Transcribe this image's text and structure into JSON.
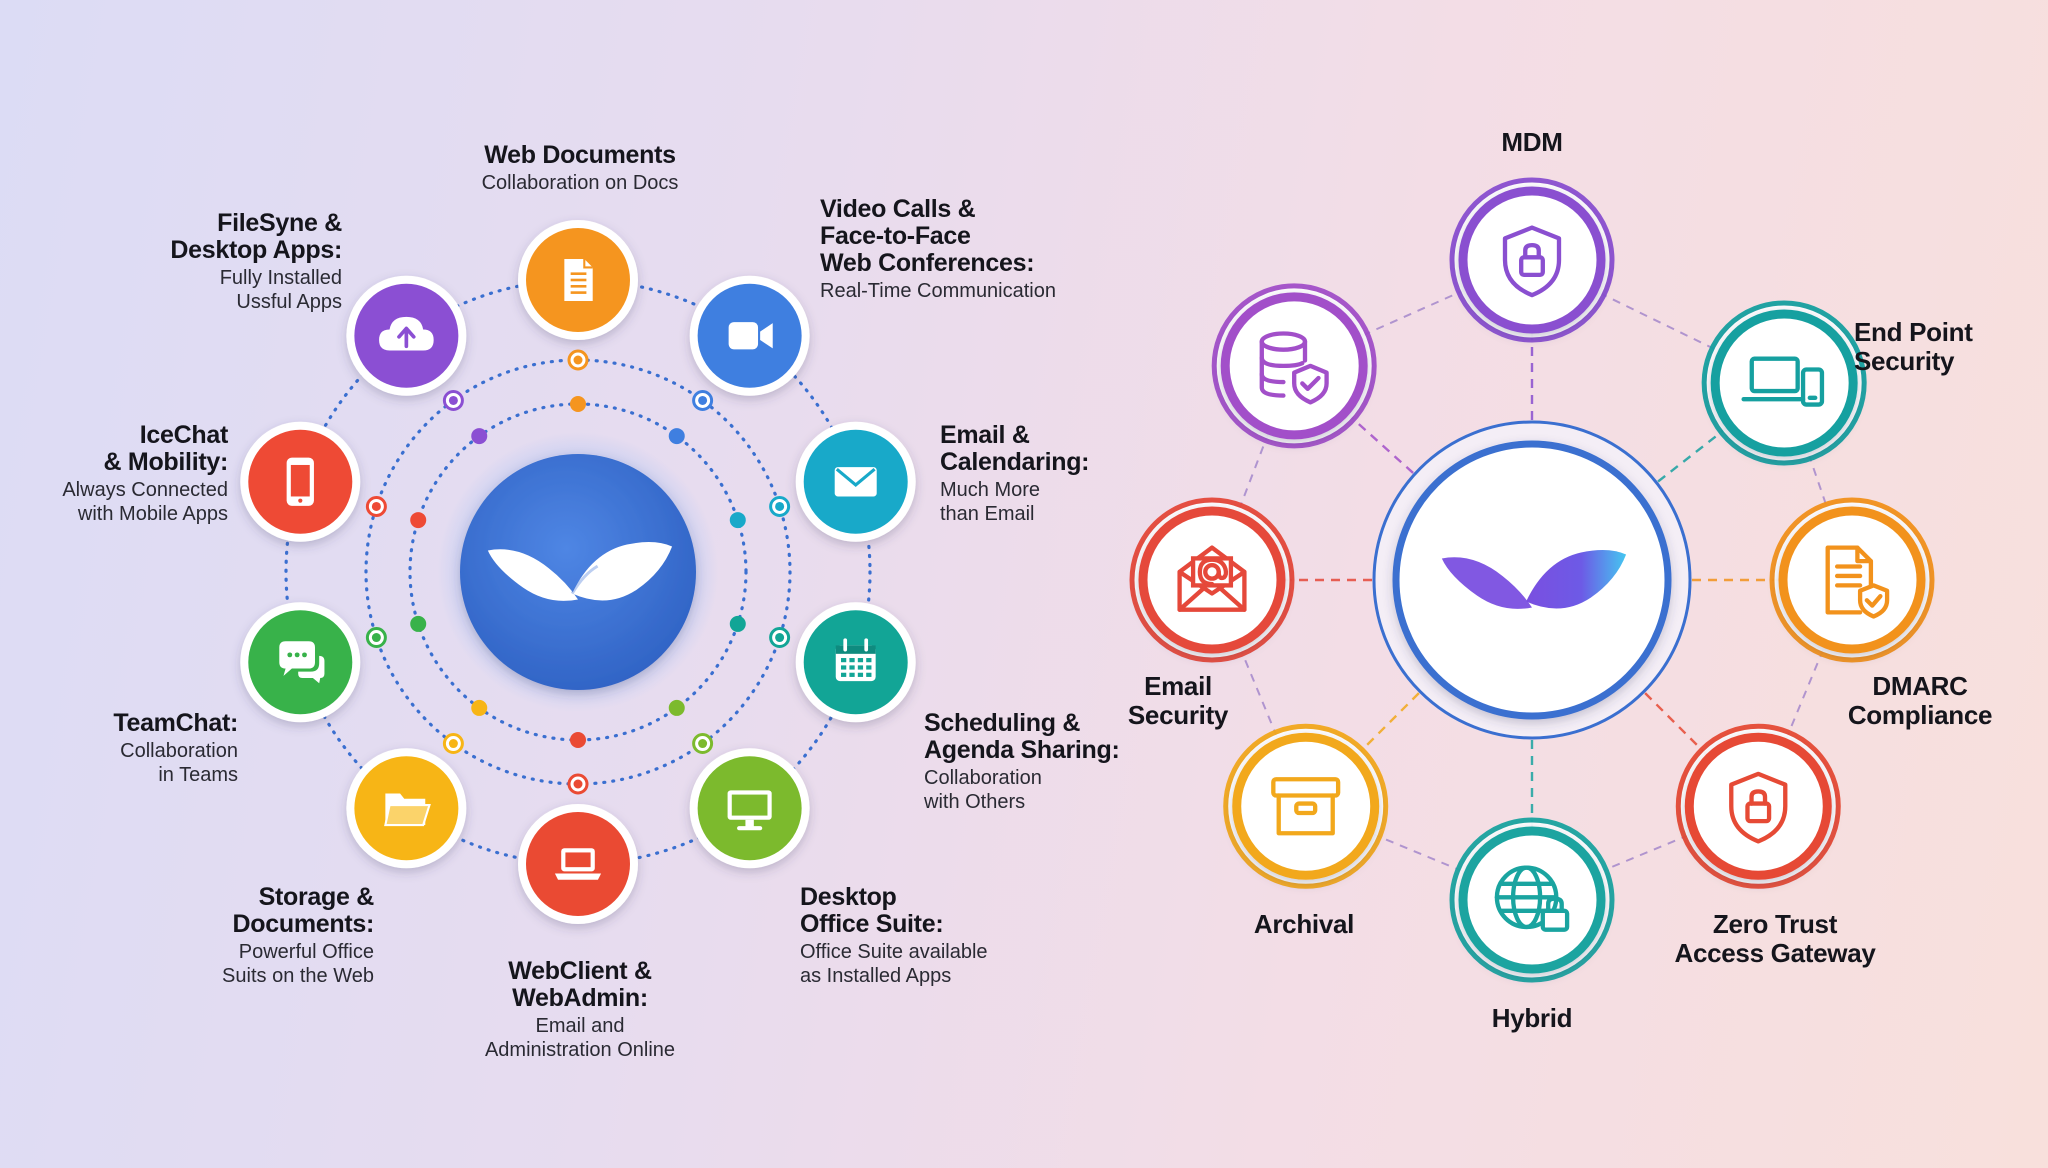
{
  "left_features": [
    {
      "id": "web-documents",
      "title": "Web Documents",
      "desc": "Collaboration on Docs",
      "icon": "document-icon",
      "color": "#f5951f"
    },
    {
      "id": "video-calls",
      "title": "Video Calls &\nFace-to-Face\nWeb Conferences:",
      "desc": "Real-Time Communication",
      "icon": "video-camera-icon",
      "color": "#3f7fe0"
    },
    {
      "id": "email-calendaring",
      "title": "Email &\nCalendaring:",
      "desc": "Much More\nthan Email",
      "icon": "envelope-icon",
      "color": "#18a9c9"
    },
    {
      "id": "scheduling",
      "title": "Scheduling &\nAgenda Sharing:",
      "desc": "Collaboration\nwith Others",
      "icon": "calendar-icon",
      "color": "#12a596"
    },
    {
      "id": "desktop-office-suite",
      "title": "Desktop\nOffice Suite:",
      "desc": "Office Suite available\nas Installed Apps",
      "icon": "monitor-icon",
      "color": "#7cba2d"
    },
    {
      "id": "webclient-webadmin",
      "title": "WebClient &\nWebAdmin:",
      "desc": "Email and\nAdministration Online",
      "icon": "laptop-icon",
      "color": "#ea4a33"
    },
    {
      "id": "storage-documents",
      "title": "Storage &\nDocuments:",
      "desc": "Powerful Office\nSuits on the Web",
      "icon": "folder-icon",
      "color": "#f7b516"
    },
    {
      "id": "teamchat",
      "title": "TeamChat:",
      "desc": "Collaboration\nin Teams",
      "icon": "chat-bubbles-icon",
      "color": "#38b24a"
    },
    {
      "id": "icechat",
      "title": "IceChat\n& Mobility:",
      "desc": "Always Connected\nwith Mobile Apps",
      "icon": "smartphone-icon",
      "color": "#ee4a35"
    },
    {
      "id": "filesync",
      "title": "FileSyne &\nDesktop Apps:",
      "desc": "Fully Installed\nUssful Apps",
      "icon": "cloud-upload-icon",
      "color": "#8b4fd3"
    }
  ],
  "right_features": [
    {
      "id": "mdm",
      "label": "MDM",
      "icon": "shield-lock-icon",
      "color": "#8a4fd0"
    },
    {
      "id": "end-point-security",
      "label": "End Point\nSecurity",
      "icon": "laptop-phone-icon",
      "color": "#16a0a0"
    },
    {
      "id": "dmarc-compliance",
      "label": "DMARC\nCompliance",
      "icon": "document-check-icon",
      "color": "#f2921c"
    },
    {
      "id": "zero-trust",
      "label": "Zero Trust\nAccess Gateway",
      "icon": "shield-lock-icon",
      "color": "#e64a35"
    },
    {
      "id": "hybrid",
      "label": "Hybrid",
      "icon": "globe-lock-icon",
      "color": "#1aa4a0"
    },
    {
      "id": "archival",
      "label": "Archival",
      "icon": "archive-box-icon",
      "color": "#f2a81c"
    },
    {
      "id": "email-security",
      "label": "Email\nSecurity",
      "icon": "envelope-at-icon",
      "color": "#e5483a"
    },
    {
      "id": "database-security",
      "label": "",
      "icon": "database-shield-icon",
      "color": "#a24fc9"
    }
  ],
  "colors": {
    "hub_blue": "#3e74d6",
    "ring_blue": "#3a6fd0",
    "logo_purple": "#7a4fe0",
    "logo_cyan": "#45c6f0"
  }
}
